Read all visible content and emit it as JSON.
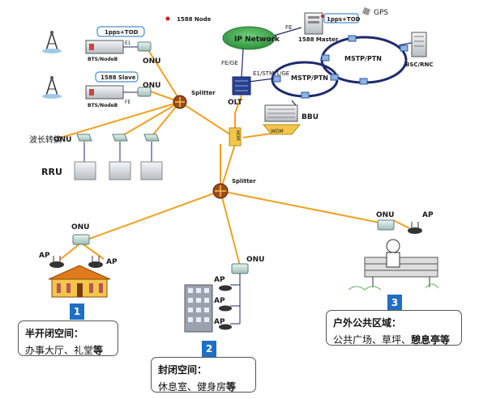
{
  "legend": {
    "node_label": "1588 Node"
  },
  "top_left": {
    "tod_label_1": "1pps+TOD",
    "bts1_label": "BTS/NodeB",
    "e1_label": "E1",
    "onu1_label": "ONU",
    "slave_label": "1588 Slave",
    "bts2_label": "BTS/NodeB",
    "fe_label": "FE",
    "onu2_label": "ONU",
    "splitter_label": "Splitter"
  },
  "top_right": {
    "gps_label": "GPS",
    "tod_label_2": "1pps+TOD",
    "master_label": "1588 Master",
    "ip_network_label": "IP Network",
    "fe_link_label": "FE",
    "fe_ge_label": "FE/GE",
    "e1_stm_label": "E1/STM-1/GE",
    "mstp_label_1": "MSTP/PTN",
    "mstp_label_2": "MSTP/PTN",
    "bsc_label": "BSC/RNC",
    "olt_label": "OLT",
    "bbu_label": "BBU",
    "wdm_label_1": "WDM",
    "wdm_label_2": "WDM"
  },
  "middle_left": {
    "wavelength_label": "波长转换",
    "onu_label": "ONU",
    "rru_label": "RRU"
  },
  "center": {
    "splitter_label": "Splitter"
  },
  "zone1": {
    "onu_label": "ONU",
    "ap_left": "AP",
    "ap_right": "AP",
    "number": "1",
    "title": "半开闭空间：",
    "desc_plain": "办事大厅、礼堂",
    "desc_bold": "等"
  },
  "zone2": {
    "onu_label": "ONU",
    "ap_label": "AP",
    "number": "2",
    "title": "封闭空间：",
    "desc_plain": "休息室、健身房",
    "desc_bold": "等"
  },
  "zone3": {
    "onu_label": "ONU",
    "ap_label": "AP",
    "number": "3",
    "title": "户外公共区域：",
    "desc_plain": "公共广场、草坪、",
    "desc_bold": "憩息亭等"
  },
  "colors": {
    "fiber": "#f0a020",
    "ring": "#1e2a6e",
    "accent_blue": "#1f6fc4",
    "ip_cloud": "#3aa04a",
    "node_red": "#d41a1a"
  }
}
